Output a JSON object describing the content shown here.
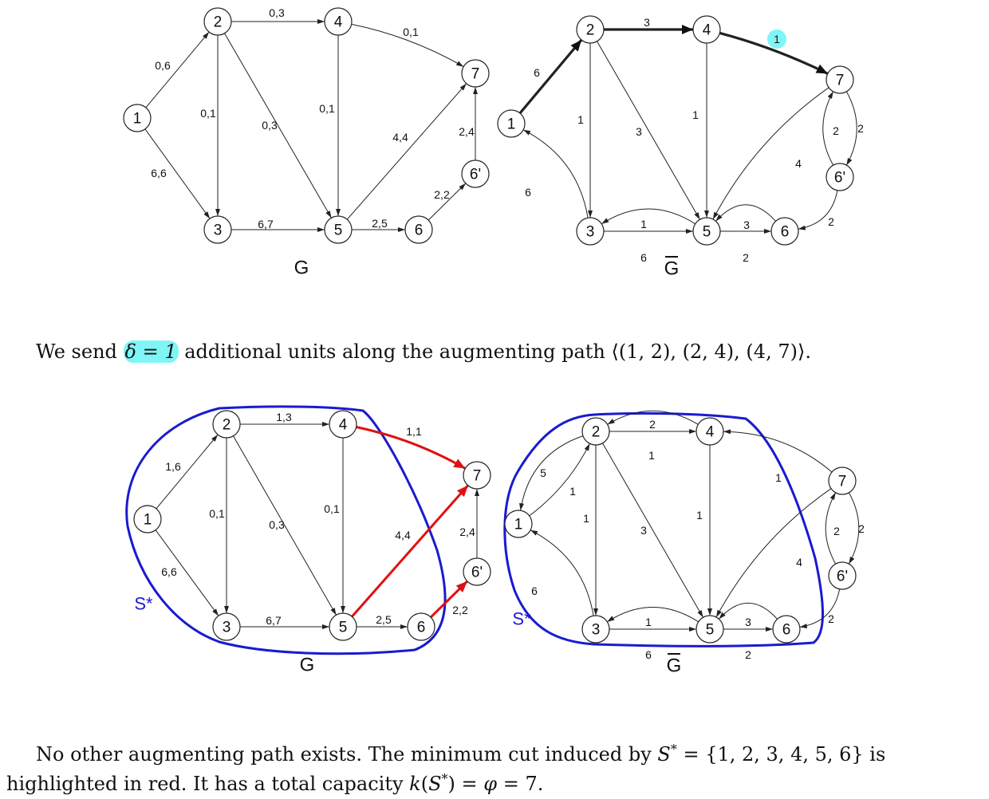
{
  "graphs": [
    {
      "id": "flow-top",
      "title": "G",
      "title_overline": false,
      "nodes": [
        "1",
        "2",
        "3",
        "4",
        "5",
        "6",
        "6'",
        "7"
      ],
      "edges": [
        {
          "from": "1",
          "to": "2",
          "label": "0,6"
        },
        {
          "from": "1",
          "to": "3",
          "label": "6,6"
        },
        {
          "from": "2",
          "to": "4",
          "label": "0,3"
        },
        {
          "from": "2",
          "to": "3",
          "label": "0,1"
        },
        {
          "from": "2",
          "to": "5",
          "label": "0,3"
        },
        {
          "from": "4",
          "to": "5",
          "label": "0,1"
        },
        {
          "from": "4",
          "to": "7",
          "label": "0,1"
        },
        {
          "from": "3",
          "to": "5",
          "label": "6,7"
        },
        {
          "from": "5",
          "to": "7",
          "label": "4,4"
        },
        {
          "from": "5",
          "to": "6",
          "label": "2,5"
        },
        {
          "from": "6",
          "to": "6'",
          "label": "2,2"
        },
        {
          "from": "6'",
          "to": "7",
          "label": "2,4"
        }
      ]
    },
    {
      "id": "residual-top",
      "title": "G",
      "title_overline": true,
      "nodes": [
        "1",
        "2",
        "3",
        "4",
        "5",
        "6",
        "6'",
        "7"
      ],
      "edges": [
        {
          "from": "1",
          "to": "2",
          "label": "6",
          "bold": true
        },
        {
          "from": "2",
          "to": "4",
          "label": "3",
          "bold": true
        },
        {
          "from": "4",
          "to": "7",
          "label": "1",
          "bold": true,
          "label_highlight": true
        },
        {
          "from": "2",
          "to": "3",
          "label": "1"
        },
        {
          "from": "2",
          "to": "5",
          "label": "3"
        },
        {
          "from": "4",
          "to": "5",
          "label": "1"
        },
        {
          "from": "3",
          "to": "1",
          "label": "6"
        },
        {
          "from": "3",
          "to": "5",
          "label": "1"
        },
        {
          "from": "5",
          "to": "3",
          "label": "6"
        },
        {
          "from": "7",
          "to": "5",
          "label": "4"
        },
        {
          "from": "5",
          "to": "6",
          "label": "3"
        },
        {
          "from": "6",
          "to": "5",
          "label": "2"
        },
        {
          "from": "7",
          "to": "6'",
          "label": "2"
        },
        {
          "from": "6'",
          "to": "7",
          "label": "2"
        },
        {
          "from": "6'",
          "to": "6",
          "label": "2"
        }
      ]
    },
    {
      "id": "flow-bottom",
      "title": "G",
      "title_overline": false,
      "cut_label": "S*",
      "nodes": [
        "1",
        "2",
        "3",
        "4",
        "5",
        "6",
        "6'",
        "7"
      ],
      "edges": [
        {
          "from": "1",
          "to": "2",
          "label": "1,6"
        },
        {
          "from": "1",
          "to": "3",
          "label": "6,6"
        },
        {
          "from": "2",
          "to": "4",
          "label": "1,3"
        },
        {
          "from": "2",
          "to": "3",
          "label": "0,1"
        },
        {
          "from": "2",
          "to": "5",
          "label": "0,3"
        },
        {
          "from": "4",
          "to": "5",
          "label": "0,1"
        },
        {
          "from": "4",
          "to": "7",
          "label": "1,1",
          "cut": true
        },
        {
          "from": "3",
          "to": "5",
          "label": "6,7"
        },
        {
          "from": "5",
          "to": "7",
          "label": "4,4",
          "cut": true
        },
        {
          "from": "5",
          "to": "6",
          "label": "2,5"
        },
        {
          "from": "6",
          "to": "6'",
          "label": "2,2",
          "cut": true
        },
        {
          "from": "6'",
          "to": "7",
          "label": "2,4"
        }
      ]
    },
    {
      "id": "residual-bottom",
      "title": "G",
      "title_overline": true,
      "cut_label": "S*",
      "nodes": [
        "1",
        "2",
        "3",
        "4",
        "5",
        "6",
        "6'",
        "7"
      ],
      "edges": [
        {
          "from": "1",
          "to": "2",
          "label": "5"
        },
        {
          "from": "2",
          "to": "1",
          "label": "1"
        },
        {
          "from": "2",
          "to": "4",
          "label": "2"
        },
        {
          "from": "4",
          "to": "2",
          "label": "1"
        },
        {
          "from": "7",
          "to": "4",
          "label": "1"
        },
        {
          "from": "2",
          "to": "3",
          "label": "1"
        },
        {
          "from": "2",
          "to": "5",
          "label": "3"
        },
        {
          "from": "4",
          "to": "5",
          "label": "1"
        },
        {
          "from": "3",
          "to": "1",
          "label": "6"
        },
        {
          "from": "3",
          "to": "5",
          "label": "1"
        },
        {
          "from": "5",
          "to": "3",
          "label": "6"
        },
        {
          "from": "7",
          "to": "5",
          "label": "4"
        },
        {
          "from": "5",
          "to": "6",
          "label": "3"
        },
        {
          "from": "6",
          "to": "5",
          "label": "2"
        },
        {
          "from": "7",
          "to": "6'",
          "label": "2"
        },
        {
          "from": "6'",
          "to": "7",
          "label": "2"
        },
        {
          "from": "6'",
          "to": "6",
          "label": "2"
        }
      ]
    }
  ],
  "colors": {
    "edge": "#222222",
    "cut_edge": "#e01010",
    "cut_boundary": "#1a1ad0",
    "highlight": "#7ff5f5"
  },
  "text": {
    "p1_before": "We send ",
    "p1_delta": "δ = 1",
    "p1_after": " additional units along the augmenting path ⟨(1, 2), (2, 4), (4, 7)⟩.",
    "p2_a": "No other augmenting path exists.  The minimum cut induced by ",
    "p2_s": "S",
    "p2_star": "*",
    "p2_eq": " = {1, 2, 3, 4, 5, 6} is",
    "p3_a": "highlighted in red. It has a total capacity ",
    "p3_k": "k",
    "p3_open": "(",
    "p3_s": "S",
    "p3_star": "*",
    "p3_mid": ") = ",
    "p3_phi": "φ",
    "p3_end": " = 7."
  }
}
